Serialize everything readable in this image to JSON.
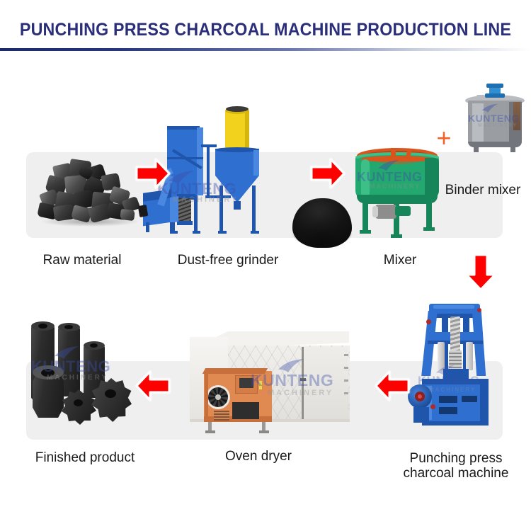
{
  "header": {
    "title": "PUNCHING PRESS CHARCOAL MACHINE  PRODUCTION LINE",
    "title_color": "#2b2f7a",
    "rule_color": "#1b2a6b"
  },
  "watermark": {
    "name": "KUNTENG",
    "subtitle": "MACHINERY",
    "name_color": "#3c4fa8",
    "subtitle_color": "#8d8f93"
  },
  "theme": {
    "panel_background": "#efefef",
    "arrow_color": "#ff0000",
    "plus_color": "#f2612c",
    "label_color": "#1a1a1a",
    "page_background": "#ffffff"
  },
  "flow": {
    "plus_symbol": "+",
    "stages": [
      {
        "id": "raw-material",
        "label": "Raw material",
        "row": "top",
        "order": 1
      },
      {
        "id": "grinder",
        "label": "Dust-free grinder",
        "row": "top",
        "order": 2
      },
      {
        "id": "mixer",
        "label": "Mixer",
        "row": "top",
        "order": 3
      },
      {
        "id": "binder-mixer",
        "label": "Binder mixer",
        "row": "top",
        "order": 4
      },
      {
        "id": "press",
        "label_line1": "Punching press",
        "label_line2": "charcoal machine",
        "row": "bottom",
        "order": 5
      },
      {
        "id": "oven-dryer",
        "label": "Oven dryer",
        "row": "bottom",
        "order": 6
      },
      {
        "id": "finished",
        "label": "Finished product",
        "row": "bottom",
        "order": 7
      }
    ],
    "arrows": [
      {
        "id": "arrow-raw-to-grinder",
        "direction": "right"
      },
      {
        "id": "arrow-grinder-to-mixer",
        "direction": "right"
      },
      {
        "id": "arrow-mixer-to-press",
        "direction": "down"
      },
      {
        "id": "arrow-press-to-oven",
        "direction": "left"
      },
      {
        "id": "arrow-oven-to-finished",
        "direction": "left"
      }
    ]
  }
}
